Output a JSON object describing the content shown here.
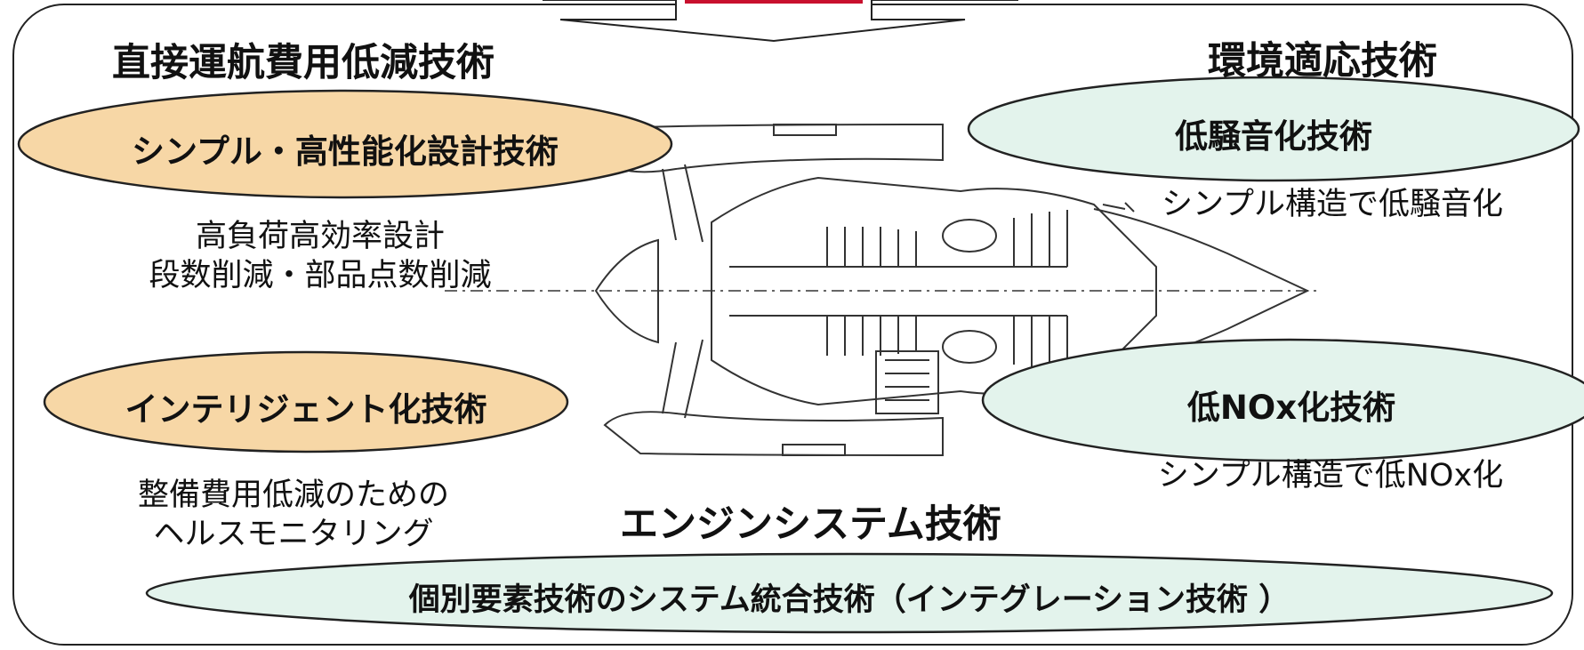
{
  "colors": {
    "orange_oval": "#f7d7a6",
    "green_oval": "#e3f3ec",
    "stroke": "#222222",
    "top_accent": "#c8102e"
  },
  "headings": {
    "left": "直接運航費用低減技術",
    "right": "環境適応技術",
    "system": "エンジンシステム技術"
  },
  "ovals": {
    "simple": "シンプル・高性能化設計技術",
    "intelligent": "インテリジェント化技術",
    "low_noise": "低騒音化技術",
    "low_nox": "低NOx化技術",
    "integration": "個別要素技術のシステム統合技術（インテグレーション技術 ）"
  },
  "texts": {
    "high_load_line1": "高負荷高効率設計",
    "high_load_line2": "段数削減・部品点数削減",
    "maintenance_line1": "整備費用低減のための",
    "maintenance_line2": "ヘルスモニタリング",
    "simple_noise": "シンプル構造で低騒音化",
    "simple_nox": "シンプル構造で低NOx化"
  }
}
